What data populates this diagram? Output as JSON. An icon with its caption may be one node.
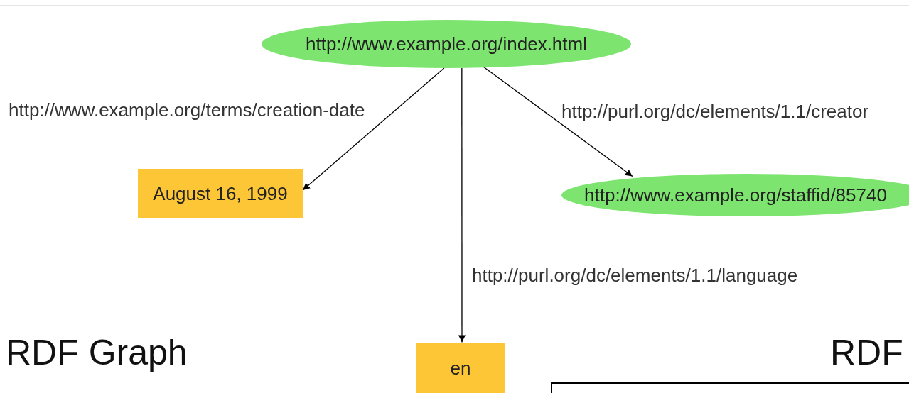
{
  "diagram": {
    "nodes": [
      {
        "text": [
          "http://www.example.org/index.html"
        ]
      },
      {
        "text": [
          "August 16, 1999"
        ]
      },
      {
        "text": [
          "http://www.example.org/staffid/85740"
        ]
      },
      {
        "text": [
          "en"
        ]
      }
    ],
    "edges": [
      {
        "from": 0,
        "to": 1,
        "arrow": "to",
        "label": "http://www.example.org/terms/creation-date"
      },
      {
        "from": 0,
        "to": 2,
        "arrow": "to",
        "label": "http://purl.org/dc/elements/1.1/creator"
      },
      {
        "from": 0,
        "to": 3,
        "arrow": "to",
        "label": "http://purl.org/dc/elements/1.1/language"
      }
    ],
    "labels": [
      "RDF Graph",
      "RDF"
    ]
  }
}
